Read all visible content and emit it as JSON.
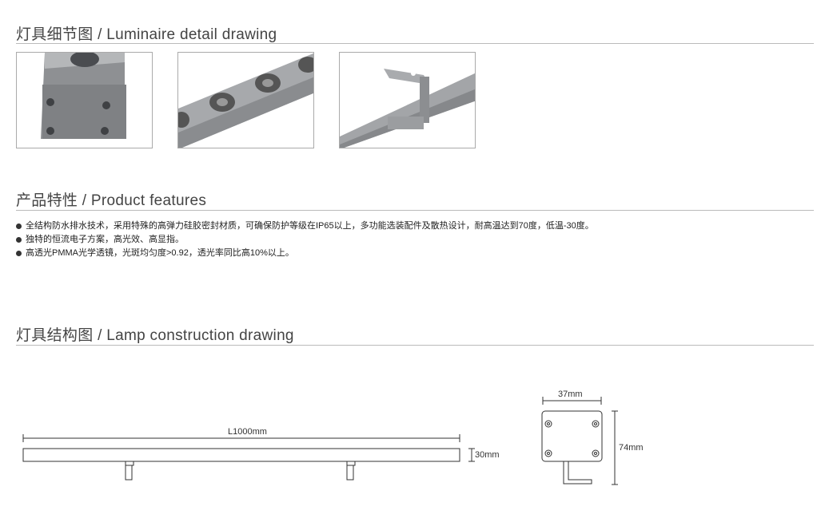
{
  "sections": {
    "detail": {
      "title": "灯具细节图 / Luminaire detail drawing"
    },
    "features": {
      "title": "产品特性 / Product features",
      "items": [
        "全结构防水排水技术，采用特殊的高弹力硅胶密封材质，可确保防护等级在IP65以上，多功能选装配件及散热设计，耐高温达到70度，低温-30度。",
        "独特的恒流电子方案，高光效、高显指。",
        "高透光PMMA光学透镜，光斑均匀度>0.92，透光率同比高10%以上。"
      ]
    },
    "construction": {
      "title": "灯具结构图 / Lamp construction drawing",
      "length_label": "L1000mm",
      "height_label": "30mm",
      "width_label": "37mm",
      "side_height_label": "74mm"
    }
  }
}
